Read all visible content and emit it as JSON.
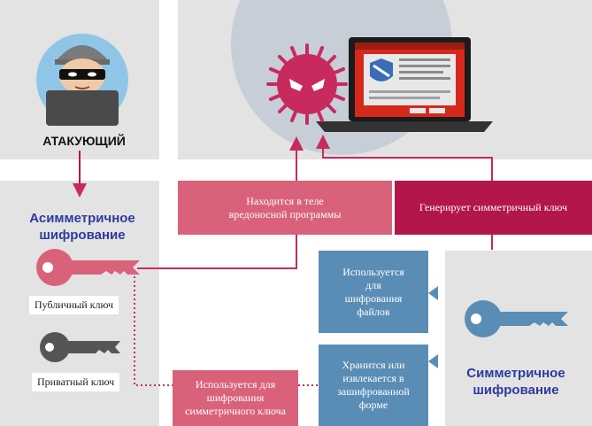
{
  "attacker": {
    "label": "АТАКУЮЩИЙ"
  },
  "asymmetric": {
    "title": "Асимметричное\nшифрование",
    "public_key_label": "Публичный ключ",
    "private_key_label": "Приватный ключ"
  },
  "symmetric": {
    "title": "Симметричное\nшифрование"
  },
  "boxes": {
    "inside_malware": "Находится в теле\nвредоносной программы",
    "generates_key": "Генерирует симметричный ключ",
    "used_for_files": "Используется\nдля\nшифрования\nфайлов",
    "stored_encrypted": "Хранится или\nизвлекается в\nзашифрованной\nформе",
    "used_for_sym_key": "Используется для\nшифрования\nсимметричного ключа"
  },
  "colors": {
    "pink": "#d9627a",
    "crimson": "#b3174a",
    "steel_blue": "#5a8db5",
    "title_blue": "#2e3a9e",
    "panel_gray": "#e3e3e3",
    "key_gray": "#555555"
  },
  "icons": [
    "attacker-avatar-icon",
    "virus-icon",
    "laptop-icon",
    "public-key-icon",
    "private-key-icon",
    "symmetric-key-icon"
  ]
}
